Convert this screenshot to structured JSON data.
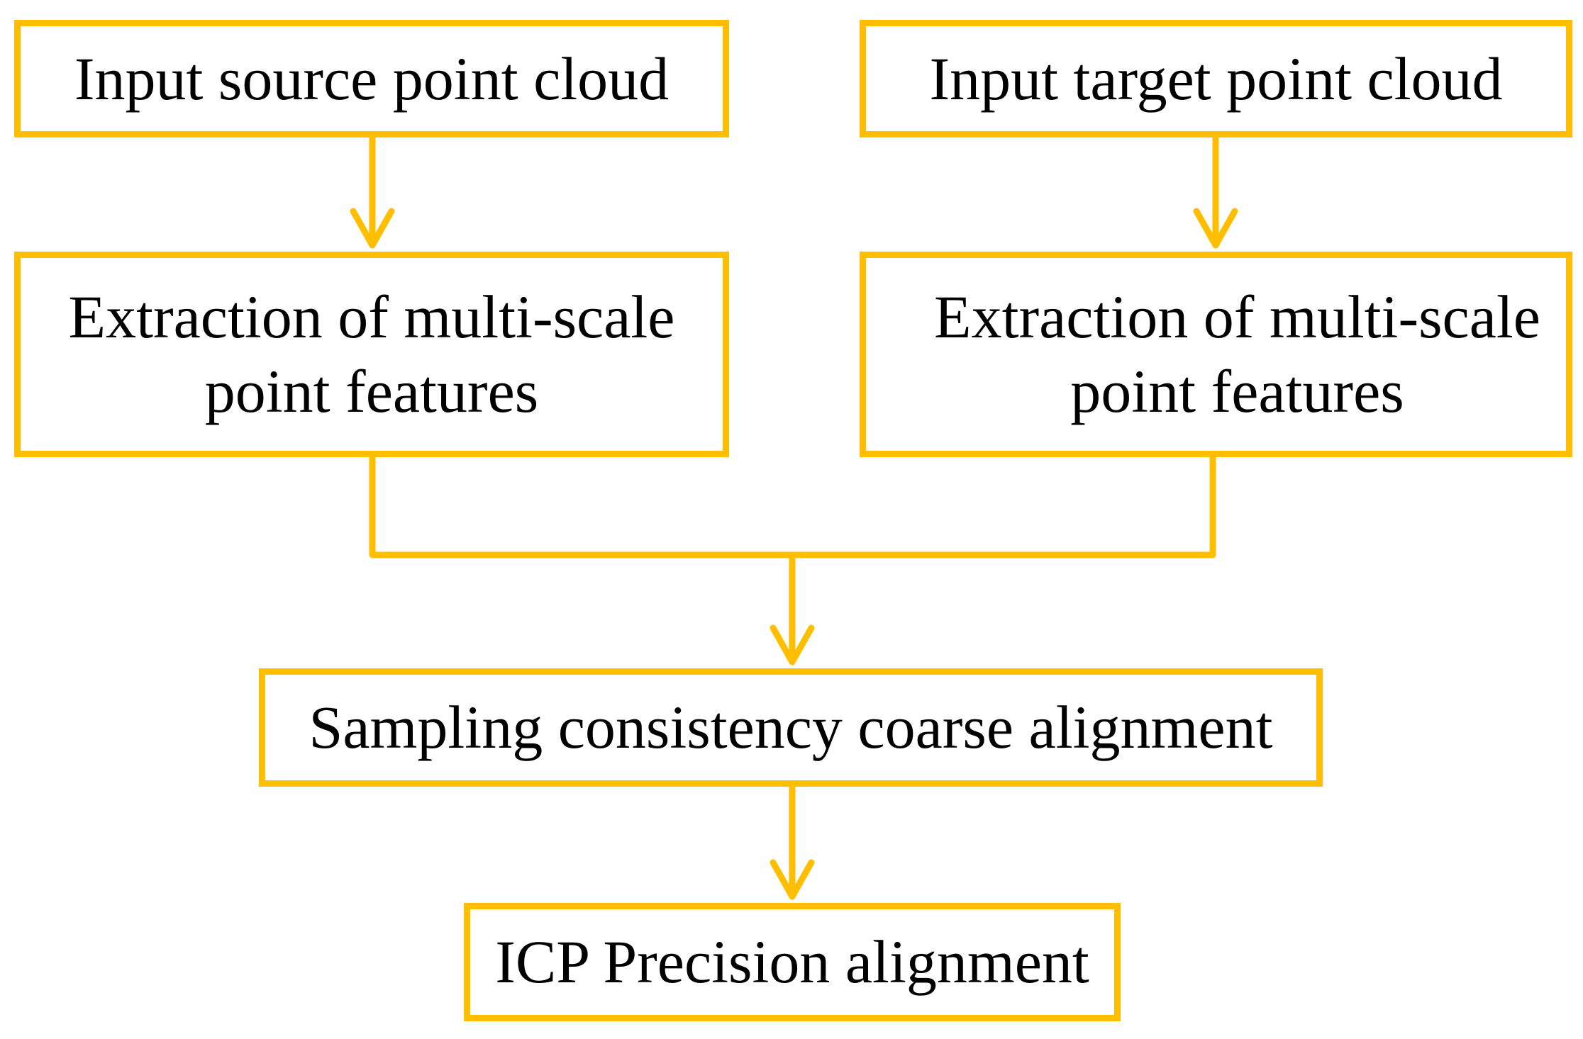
{
  "flowchart": {
    "accent_color": "#FFBF00",
    "nodes": {
      "source": {
        "label": "Input source point cloud"
      },
      "target": {
        "label": "Input target point cloud"
      },
      "features_source": {
        "line1": "Extraction of multi-scale",
        "line2": "point features"
      },
      "features_target": {
        "line1": "Extraction of multi-scale",
        "line2": "point features"
      },
      "coarse": {
        "label": "Sampling consistency coarse alignment"
      },
      "icp": {
        "label": "ICP Precision alignment"
      }
    },
    "edges": [
      {
        "from": "source",
        "to": "features_source"
      },
      {
        "from": "target",
        "to": "features_target"
      },
      {
        "from": "features_source",
        "to": "coarse"
      },
      {
        "from": "features_target",
        "to": "coarse"
      },
      {
        "from": "coarse",
        "to": "icp"
      }
    ]
  }
}
